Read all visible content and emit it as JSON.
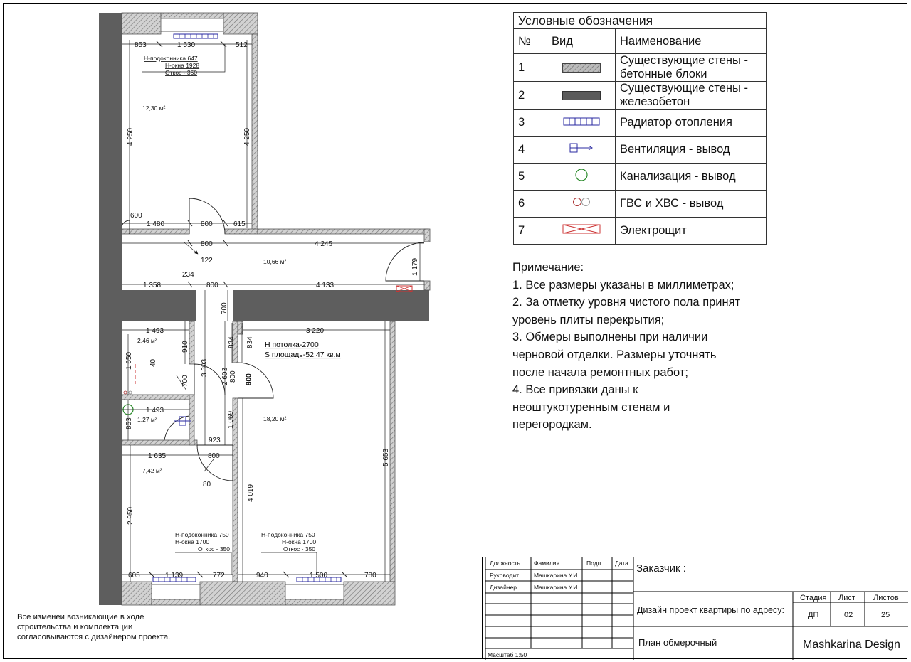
{
  "legend": {
    "title": "Условные обозначения",
    "headers": {
      "no": "№",
      "view": "Вид",
      "name": "Наименование"
    },
    "rows": [
      {
        "no": "1",
        "icon": "hatched-wall-swatch",
        "name": "Существующие стены - бетонные блоки"
      },
      {
        "no": "2",
        "icon": "solid-wall-swatch",
        "name": "Существующие стены - железобетон"
      },
      {
        "no": "3",
        "icon": "radiator-icon",
        "name": "Радиатор отопления"
      },
      {
        "no": "4",
        "icon": "ventilation-arrow-icon",
        "name": "Вентиляция - вывод"
      },
      {
        "no": "5",
        "icon": "sewer-circle-icon",
        "name": "Канализация - вывод"
      },
      {
        "no": "6",
        "icon": "water-circles-icon",
        "name": "ГВС и ХВС - вывод"
      },
      {
        "no": "7",
        "icon": "electric-panel-icon",
        "name": "Электрощит"
      }
    ]
  },
  "notes": {
    "title": "Примечание:",
    "lines": [
      "1. Все размеры указаны в миллиметрах;",
      "2. За отметку уровня чистого пола принят",
      "уровень плиты перекрытия;",
      "3. Обмеры выполнены при наличии",
      "черновой отделки. Размеры уточнять",
      "после начала ремонтных работ;",
      "4. Все привязки даны к",
      "неоштукотуренным стенам и",
      "перегородкам."
    ]
  },
  "disclaimer": [
    "Все изменеи возникающие в ходе",
    "строительства и комплектации",
    "согласовываются с дизайнером проекта."
  ],
  "title_block": {
    "headers": {
      "position": "Должность",
      "surname": "Фамилия",
      "sign": "Подп.",
      "date": "Дата"
    },
    "rows": [
      {
        "position": "Руководит.",
        "surname": "Машкарина У.И."
      },
      {
        "position": "Дизайнер",
        "surname": "Машкарина У.И."
      }
    ],
    "scale": "Масштаб 1:50",
    "customer": "Заказчик :",
    "project": "Дизайн проект квартиры по адресу:",
    "stage_label": "Стадия",
    "sheet_label": "Лист",
    "sheets_label": "Листов",
    "stage": "ДП",
    "sheet": "02",
    "sheets": "25",
    "drawing_name": "План обмерочный",
    "company": "Mashkarina Design"
  },
  "plan": {
    "room_top": {
      "area": "12,30 м²",
      "sill_note": [
        "Н-подоконника 647",
        "Н-окна 1928",
        "Откос - 350"
      ],
      "dims": [
        "853",
        "1 530",
        "512",
        "4 250",
        "4 250",
        "600",
        "1 480",
        "800",
        "615"
      ]
    },
    "hall": {
      "area": "10,66 м²",
      "dims": [
        "800",
        "4 245",
        "122",
        "1 179",
        "234",
        "1 358",
        "800",
        "4 133",
        "700"
      ]
    },
    "bath": {
      "area": "2,46 м²",
      "dims": [
        "1 493",
        "910",
        "1 650",
        "40",
        "700",
        "3 303",
        "834",
        "834",
        "2 603",
        "800",
        "800"
      ]
    },
    "wc": {
      "area": "1,27 м²",
      "dims": [
        "1 493",
        "853",
        "923",
        "1 069"
      ]
    },
    "kitchen": {
      "area": "7,42 м²",
      "sill_note": [
        "Н-подоконника 750",
        "Н-окна 1700",
        "Откос - 350"
      ],
      "dims": [
        "1 635",
        "800",
        "80",
        "2 950",
        "605",
        "1 139",
        "772"
      ]
    },
    "room_big": {
      "area": "18,20 м²",
      "ceiling": "Н потолка-2700",
      "total_area": "S площадь-52,47 кв.м",
      "sill_note": [
        "Н-подоконника 750",
        "Н-окна 1700",
        "Откос - 350"
      ],
      "dims": [
        "3 220",
        "800",
        "5 653",
        "4 019",
        "940",
        "1 500",
        "780"
      ]
    }
  }
}
